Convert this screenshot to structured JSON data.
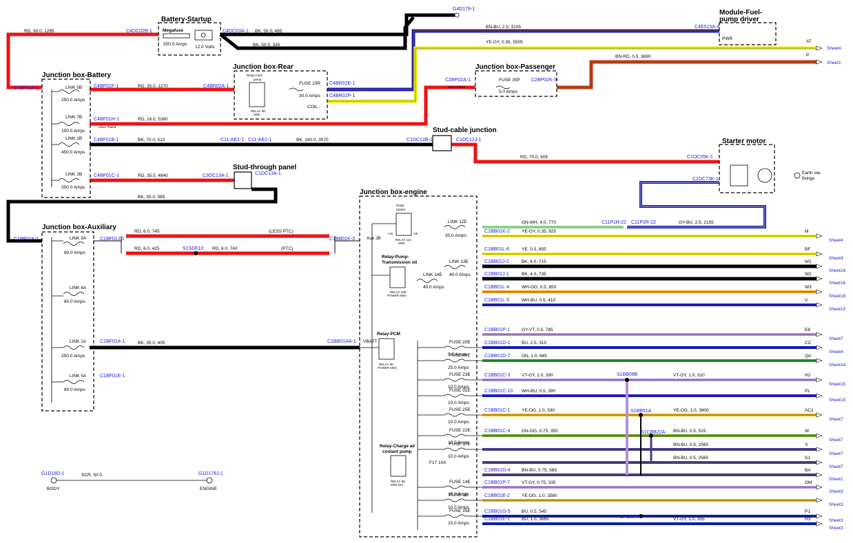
{
  "boxes": {
    "battery_startup": "Battery-Startup",
    "module_fuel_pump": [
      "Module-Fuel-",
      "pump driver"
    ],
    "jb_battery": "Junction box-Battery",
    "jb_rear": "Junction box-Rear",
    "jb_passenger": "Junction box-Passenger",
    "stud_cable": "Stud-cable junction",
    "starter_motor": "Starter motor",
    "stud_through": "Stud-through panel",
    "jb_auxiliary": "Junction box-Auxiliary",
    "jb_engine": "Junction box-engine"
  },
  "components": {
    "megafuse": "Megafuse",
    "megafuse_rating": "500.0 Amps",
    "battery_volts": "12.0 Volts",
    "pwr": "PWR",
    "relay_fuel_pump": [
      "Relay-Fuel-",
      "pump"
    ],
    "relay_fuel_mini": [
      "RELAY 8R",
      "MINI"
    ],
    "fuse_15r": "FUSE 15R",
    "fuse_15r_amps": "30.0 Amps",
    "coil": "COIL -",
    "fuse_35p": "FUSE 35P",
    "fuse_35p_amps": "5.0 Amps",
    "silver_plated": "Silver Plated",
    "earth": [
      "Earth via-",
      "fixings"
    ],
    "relay_starter": [
      "Relay-",
      "Starter"
    ],
    "relay_11c": [
      "RELAY 11C",
      "MINI"
    ],
    "plus_ve": "+VE",
    "minus_ve": "-VE",
    "link_12e": "LINK 12E",
    "link_12e_amps": "30.0 Amps",
    "relay_pump_trans": [
      "Relay-Pump-",
      "Transmission oil"
    ],
    "link_13e": "LINK 13E",
    "link_13e_amps": "40.0 Amps",
    "link_14e": "LINK 14E",
    "link_14e_amps": "40.0 Amps",
    "relay_10e": [
      "RELAY 10E",
      "POWER MINI"
    ],
    "relay_pcm": "Relay-PCM",
    "relay_8e": [
      "RELAY 8E",
      "POWER MINI"
    ],
    "vbatt": "VBATT",
    "aux_jb": "Aux JB",
    "less_ptc": "(LESS PTC)",
    "ptc": "(PTC)",
    "relay_charge": [
      "Relay-Charge air",
      "coolant pump"
    ],
    "relay_6e": [
      "RELAY 6E",
      "MINI INV"
    ],
    "f17": "F17 10A",
    "body": "BODY",
    "engine": "ENGINE",
    "scr": "SCR,  50.0,"
  },
  "links": {
    "link_5b": [
      "LINK 5B",
      "250.0 Amps"
    ],
    "link_7b": [
      "LINK 7B",
      "150.0 Amps"
    ],
    "link_1b": [
      "LINK 1B",
      "450.0 Amps"
    ],
    "link_2b": [
      "LINK 2B",
      "350.0 Amps"
    ],
    "link_9a": [
      "LINK 9A",
      "80.0 Amps"
    ],
    "link_8a": [
      "LINK 8A",
      "80.0 Amps"
    ],
    "link_1a": [
      "LINK 1A",
      "250.0 Amps"
    ],
    "link_5a": [
      "LINK 5A",
      "80.0 Amps"
    ]
  },
  "fuses": [
    {
      "name": "FUSE 20E",
      "amps": "5.0 Amps"
    },
    {
      "name": "FUSE 49E",
      "amps": "25.0 Amps"
    },
    {
      "name": "FUSE 23E",
      "amps": "10.0 Amps"
    },
    {
      "name": "FUSE 51E",
      "amps": "10.0 Amps"
    },
    {
      "name": "FUSE 25E",
      "amps": "10.0 Amps"
    },
    {
      "name": "FUSE 22E",
      "amps": "10.0 Amps"
    },
    {
      "name": "FUSE 17E",
      "amps": "10.0 Amps"
    },
    {
      "name": "FUSE 14E",
      "amps": "15.0 Amps"
    },
    {
      "name": "FUSE 1E",
      "amps": "10.0 Amps"
    },
    {
      "name": "FUSE 15E",
      "amps": "15.0 Amps"
    }
  ],
  "connectors": {
    "c4dc02b": "C4DC02B-1",
    "c4dc03a": "C4DC03A-1",
    "g4d178": "G4D178-1",
    "c4e515a": "C4E515A-4",
    "c4bf01a": "C4BF01A-1",
    "c4bf01f": "C4BF01F-1",
    "c4br02a": "C4BR02A-1",
    "c4br02e": "C4BR02E-1",
    "c4br02p": "C4BR02P-1",
    "c2bp02a": "C2BP02A-1",
    "c2bp02k": "C2BP02K-3",
    "c4bf01h": "C4BF01H-1",
    "c4bf01b": "C4BF01B-1",
    "c11ae1": "C11-AE1-1",
    "c11ae2": "C11-AE2-1",
    "c1dc12b": "C1DC12B-1",
    "c1dc12j": "C1DC12J-1",
    "c1dc35k": "C1DC35K-1",
    "c1dc73k": "C1DC73K-1",
    "c4bf01c": "C4BF01C-1",
    "c3dc13a": "C3DC13A-1",
    "c1dc13a": "C1DC13A-1",
    "c1bf01k": "C1BF01K-1",
    "c1bf01j": "C1BF01J-1",
    "c1bb01k": "C1BB01K-3",
    "s1sdf10": "S1SDF10",
    "c1bf01a": "C1BF01A-1",
    "c1bf01e": "C1BF01E-1",
    "c1bb01aa": "C1BB01AA-1",
    "c11p1r": "C11P1R-22",
    "c11p2r": "C11P2R-22",
    "s1bb09b": "S1BB09B",
    "s1bb51a": "S1BB51A",
    "s1cbb22a": "S1CBB22A",
    "spl364a": "SPL364A",
    "g1d18d": "G1D18D-1",
    "g1d178j": "G1D178J-1"
  },
  "wires": {
    "w_rd_50_1295": "RD,  50.0,  1295",
    "w_bk_50_495": "BK,  50.0,  495",
    "w_bk_50_335": "BK,  50.0,  335",
    "w_bnbu_3105": "BN-BU,  2.5,  3105",
    "w_yegy_5505": "YE-GY,  0.35,  5505",
    "w_bnrd_3690": "BN-RD,  0.5,  3690",
    "w_rd_35_1270": "RD,  35.0,  1270",
    "w_rd_16_5380": "RD,  16.0,  5380",
    "w_bk_70_510": "BK,  70.0,  510",
    "w_bk_160_3570": "BK,  160.0,  3570",
    "w_rd_70_605": "RD,  70.0,  605",
    "w_rd_35_4840": "RD,  35.0,  4840",
    "w_bk_35_585": "BK,  35.0,  585",
    "w_rd_6_745": "RD,  6.0,  745",
    "w_rd_6_425": "RD,  6.0,  425",
    "w_rd_6_740": "RD,  6.0,  740",
    "w_bk_35_405": "BK,  35.0,  405",
    "w_gnwh_770": "GN-WH,  4.0,  770",
    "w_gybu_2155": "GY-BU,  2.5,  2155"
  },
  "outputs": [
    {
      "conn": "C1BB01K-2",
      "wire": "YE-GY,  0.35,  925",
      "pin": "M",
      "sheet": "Sheet4",
      "color": "#f0f000"
    },
    {
      "conn": "C1BB01L-6",
      "wire": "YE,  0.5,  855",
      "pin": "BF",
      "sheet": "Sheet4",
      "color": "#f0f000"
    },
    {
      "conn": "C1BB01J-2",
      "wire": "BK,  4.0,  715",
      "pin": "W1",
      "sheet": "Sheet16",
      "color": "#000000"
    },
    {
      "conn": "C1BB01J-1",
      "wire": "BK,  4.0,  735",
      "pin": "W2",
      "sheet": "Sheet16",
      "color": "#000000"
    },
    {
      "conn": "C1BB01L-4",
      "wire": "WH-OG,  0.5,  850",
      "pin": "W3",
      "sheet": "Sheet16",
      "color": "#ff9a00"
    },
    {
      "conn": "C1BB01L-5",
      "wire": "WH-BU,  0.5,  410",
      "pin": "V",
      "sheet": "Sheet15",
      "color": "#1a1ac8"
    },
    {
      "conn": "C1BB01P-1",
      "wire": "GY-VT,  0.5,  785",
      "pin": "E8",
      "sheet": "Sheet7",
      "color": "#b48ee0"
    },
    {
      "conn": "C1BB01D-1",
      "wire": "BU,  2.5,  315",
      "pin": "CC",
      "sheet": "Sheet4",
      "color": "#0a1ab4"
    },
    {
      "conn": "C1BB01D-7",
      "wire": "GN,  1.0,  665",
      "pin": "QA",
      "sheet": "Sheet14",
      "color": "#1aa01a"
    },
    {
      "conn": "C1BB01C-3",
      "wire": "VT-GY,  1.0,  390",
      "pin": "H2",
      "sheet": "Sheet15",
      "color": "#b48ee0",
      "wire2": "VT-GY,  1.0,  310"
    },
    {
      "conn": "C1BB01C-10",
      "wire": "WH-BU,  0.5,  390",
      "pin": "PL",
      "sheet": "Sheet15",
      "color": "#1a1ac8"
    },
    {
      "conn": "C1BB01C-1",
      "wire": "YE-OG,  1.0,  530",
      "pin": "AC1",
      "sheet": "Sheet7",
      "color": "#f0b000",
      "wire2": "YE-OG,  1.0,  3800"
    },
    {
      "conn": "C1BB01C-4",
      "wire": "GN-OG,  0.75,  350",
      "pin": "W",
      "sheet": "Sheet7",
      "color": "#6aa020",
      "wire2": "BN-BU,  0.5,  515"
    },
    {
      "conn": "",
      "wire": "BN-BU,  0.5,  2565",
      "pin": "S",
      "sheet": "Sheet7",
      "color": "#4a3a8a"
    },
    {
      "conn": "",
      "wire": "BN-BU,  0.5,  2565",
      "pin": "S1",
      "sheet": "Sheet7",
      "color": "#4a3a8a"
    },
    {
      "conn": "C1BB01D-4",
      "wire": "BN-BU,  0.75,  565",
      "pin": "BA",
      "sheet": "Sheet1",
      "color": "#4a3a8a"
    },
    {
      "conn": "C1BB01P-7",
      "wire": "VT-GY,  0.75,  335",
      "pin": "OM",
      "sheet": "Sheet3",
      "color": "#b48ee0"
    },
    {
      "conn": "C1BB01E-2",
      "wire": "YE-OG,  1.0,  3580",
      "pin": "",
      "sheet": "Sheet3",
      "color": "#f0b000"
    },
    {
      "conn": "C1BB01G-5",
      "wire": "BU,  0.5,  545",
      "pin": "P1",
      "sheet": "Sheet3",
      "color": "#0a1ab4"
    },
    {
      "conn": "C1BB01E-1",
      "wire": "BU,  1.0,  3665",
      "pin": "H3",
      "sheet": "Sheet3",
      "color": "#0a1ab4",
      "wire2": "VT-GY,  1.0,  355"
    }
  ],
  "top_right": [
    {
      "pin": "AT",
      "sheet": "Sheet4"
    },
    {
      "pin": "P",
      "sheet": "Sheet1"
    }
  ],
  "colors": {
    "red": "#ee1111",
    "black": "#000000",
    "brown_red": "#b83a10",
    "yellow": "#f0f000",
    "blue": "#1a1ac8",
    "connector_text": "#1a1adc"
  }
}
